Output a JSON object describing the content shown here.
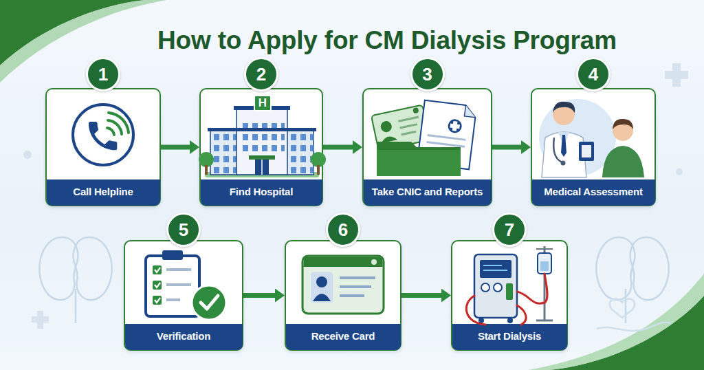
{
  "diagram": {
    "title": "How to Apply for CM Dialysis Program",
    "nodes": [
      {
        "text": [
          "1",
          "Call Helpline"
        ]
      },
      {
        "text": [
          "2",
          "Find Hospital"
        ]
      },
      {
        "text": [
          "3",
          "Take CNIC and Reports"
        ]
      },
      {
        "text": [
          "4",
          "Medical Assessment"
        ]
      },
      {
        "text": [
          "5",
          "Verification"
        ]
      },
      {
        "text": [
          "6",
          "Receive Card"
        ]
      },
      {
        "text": [
          "7",
          "Start Dialysis"
        ]
      }
    ],
    "edges": [
      {
        "from": 0,
        "to": 1,
        "arrow": "to"
      },
      {
        "from": 1,
        "to": 2,
        "arrow": "to"
      },
      {
        "from": 2,
        "to": 3,
        "arrow": "to"
      },
      {
        "from": 4,
        "to": 5,
        "arrow": "to"
      },
      {
        "from": 5,
        "to": 6,
        "arrow": "to"
      }
    ],
    "labels": [
      "H"
    ]
  }
}
